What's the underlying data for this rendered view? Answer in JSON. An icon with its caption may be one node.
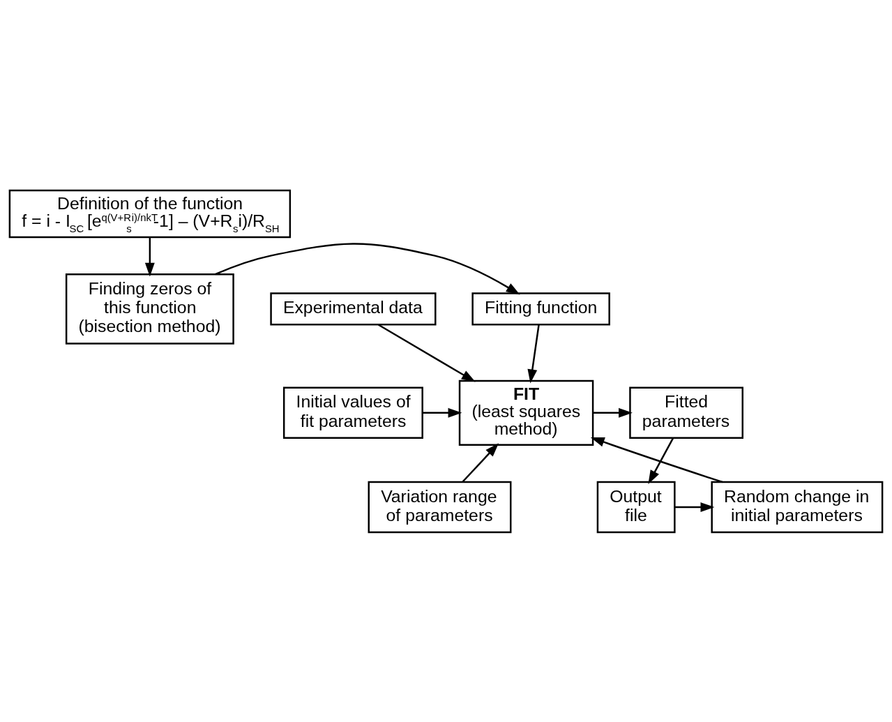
{
  "diagram": {
    "nodes": [
      {
        "text": [
          "Definition of the function",
          "f = i - I$_{SC}$ [e$^{q(V+R}$$_{s}$$^{i)/nkT}$-1] – (V+R$_{s}$i)/R$_{SH}$"
        ]
      },
      {
        "text": [
          "Finding zeros of this function (bisection method)"
        ]
      },
      {
        "text": [
          "Fitting function"
        ]
      },
      {
        "text": [
          "Experimental data"
        ]
      },
      {
        "text": [
          "Initial values of fit parameters"
        ]
      },
      {
        "text": [
          "FIT",
          "(least squares method)"
        ]
      },
      {
        "text": [
          "Fitted parameters"
        ]
      },
      {
        "text": [
          "Variation range of parameters"
        ]
      },
      {
        "text": [
          "Random change in initial parameters"
        ]
      },
      {
        "text": [
          "Output file"
        ]
      }
    ],
    "edges": [
      {
        "from": 0,
        "to": 1,
        "arrow": "to"
      },
      {
        "from": 1,
        "to": 2,
        "arrow": "to"
      },
      {
        "from": 2,
        "to": 5,
        "arrow": "to"
      },
      {
        "from": 3,
        "to": 5,
        "arrow": "to"
      },
      {
        "from": 4,
        "to": 5,
        "arrow": "to"
      },
      {
        "from": 7,
        "to": 5,
        "arrow": "to"
      },
      {
        "from": 5,
        "to": 6,
        "arrow": "to"
      },
      {
        "from": 6,
        "to": 9,
        "arrow": "to"
      },
      {
        "from": 9,
        "to": 8,
        "arrow": "to"
      },
      {
        "from": 8,
        "to": 5,
        "arrow": "to"
      }
    ]
  }
}
